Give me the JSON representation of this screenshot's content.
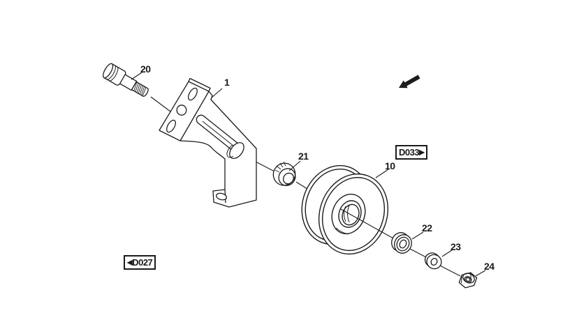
{
  "diagram": {
    "background_color": "#ffffff",
    "line_color": "#1c1c1c"
  },
  "callouts": [
    {
      "label": "20"
    },
    {
      "label": "1"
    },
    {
      "label": "21"
    },
    {
      "label": "10"
    },
    {
      "label": "22"
    },
    {
      "label": "23"
    },
    {
      "label": "24"
    }
  ],
  "ref_tags": {
    "forward": {
      "label": "D033",
      "arrow_glyph": "▶"
    },
    "back": {
      "label": "D027",
      "arrow_glyph": "◀"
    }
  }
}
